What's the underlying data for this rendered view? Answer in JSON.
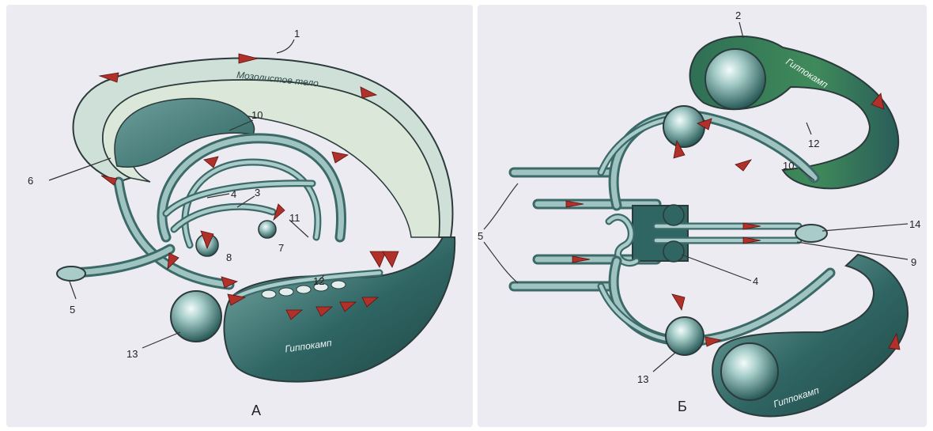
{
  "panels": [
    {
      "letter": "А",
      "structures": [
        "Мозолистое тело",
        "Гиппокамп"
      ],
      "numbers": [
        "1",
        "10",
        "6",
        "4",
        "3",
        "8",
        "7",
        "11",
        "12",
        "5",
        "13"
      ]
    },
    {
      "letter": "Б",
      "structures": [
        "Гиппокамп",
        "Гиппокамп"
      ],
      "numbers": [
        "2",
        "12",
        "10",
        "5",
        "14",
        "9",
        "4",
        "13"
      ]
    }
  ],
  "colors": {
    "tissue_dark": "#2f6563",
    "tissue_light": "#a8cdc9",
    "corpus_fill": "#d7e5dc",
    "arrow": "#b0302a",
    "background": "#ecebf1"
  }
}
